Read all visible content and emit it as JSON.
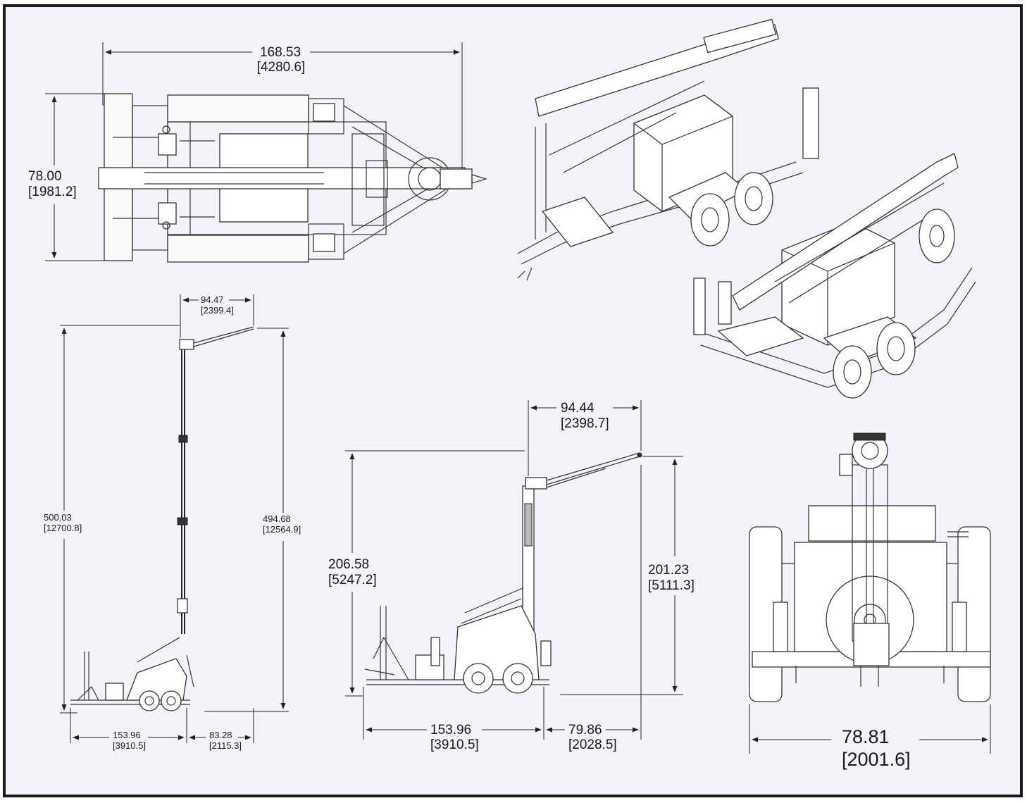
{
  "colors": {
    "frame": "#1a1a1a",
    "background": "#f4f4f8",
    "line": "#333333"
  },
  "top_view": {
    "length": {
      "imperial": "168.53",
      "metric": "[4280.6]"
    },
    "width": {
      "imperial": "78.00",
      "metric": "[1981.2]"
    }
  },
  "side_view_full": {
    "height_overall": {
      "imperial": "500.03",
      "metric": "[12700.8]"
    },
    "height_tip": {
      "imperial": "494.68",
      "metric": "[12564.9]"
    },
    "boom_reach": {
      "imperial": "94.47",
      "metric": "[2399.4]"
    },
    "wheelbase_front": {
      "imperial": "153.96",
      "metric": "[3910.5]"
    },
    "rear_overhang": {
      "imperial": "83.28",
      "metric": "[2115.3]"
    }
  },
  "side_view_stowed": {
    "height_overall": {
      "imperial": "206.58",
      "metric": "[5247.2]"
    },
    "height_tip": {
      "imperial": "201.23",
      "metric": "[5111.3]"
    },
    "boom_reach": {
      "imperial": "94.44",
      "metric": "[2398.7]"
    },
    "wheelbase_front": {
      "imperial": "153.96",
      "metric": "[3910.5]"
    },
    "rear_overhang": {
      "imperial": "79.86",
      "metric": "[2028.5]"
    }
  },
  "rear_view": {
    "width": {
      "imperial": "78.81",
      "metric": "[2001.6]"
    }
  }
}
